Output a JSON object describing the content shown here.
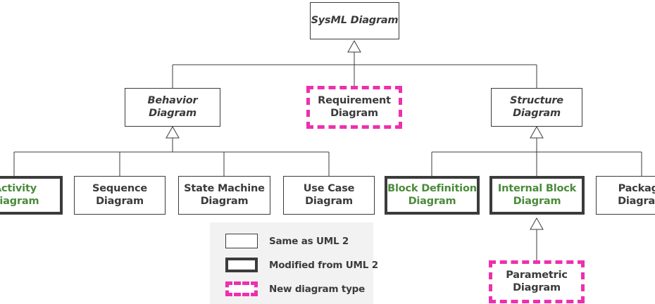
{
  "diagram": {
    "title_node": "SysML Diagram",
    "colors": {
      "line": "#3b3b3b",
      "new_type_pink": "#ee2fae",
      "modified_green_text": "#4b8b3b",
      "text_dark": "#3b3b3b",
      "legend_background": "#f2f2f2",
      "canvas_background": "#ffffff"
    },
    "nodes": [
      {
        "id": "sysml",
        "label": "SysML Diagram",
        "style": "thin",
        "text": "italic"
      },
      {
        "id": "behavior",
        "label": "Behavior\nDiagram",
        "style": "thin",
        "text": "italic"
      },
      {
        "id": "requirement",
        "label": "Requirement\nDiagram",
        "style": "dashed",
        "text": "plain"
      },
      {
        "id": "structure",
        "label": "Structure\nDiagram",
        "style": "thin",
        "text": "italic"
      },
      {
        "id": "activity",
        "label": "Activity\nDiagram",
        "style": "thick",
        "text": "green"
      },
      {
        "id": "sequence",
        "label": "Sequence\nDiagram",
        "style": "thin",
        "text": "plain"
      },
      {
        "id": "statemachine",
        "label": "State Machine\nDiagram",
        "style": "thin",
        "text": "plain"
      },
      {
        "id": "usecase",
        "label": "Use Case\nDiagram",
        "style": "thin",
        "text": "plain"
      },
      {
        "id": "blockdef",
        "label": "Block Definition\nDiagram",
        "style": "thick",
        "text": "green"
      },
      {
        "id": "internalblock",
        "label": "Internal Block\nDiagram",
        "style": "thick",
        "text": "green"
      },
      {
        "id": "package",
        "label": "Package\nDiagram",
        "style": "thin",
        "text": "plain"
      },
      {
        "id": "parametric",
        "label": "Parametric\nDiagram",
        "style": "dashed",
        "text": "plain"
      }
    ],
    "legend": {
      "items": [
        {
          "swatch": "thin",
          "label": "Same as UML 2"
        },
        {
          "swatch": "thick",
          "label": "Modified from UML 2"
        },
        {
          "swatch": "dashed",
          "label": "New diagram type"
        }
      ]
    }
  }
}
